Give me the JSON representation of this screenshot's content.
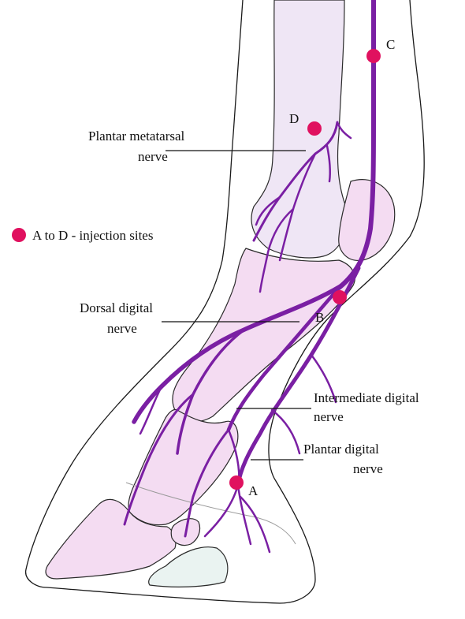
{
  "labels": {
    "plantar_metatarsal_1": "Plantar metatarsal",
    "plantar_metatarsal_2": "nerve",
    "legend": "A to D - injection sites",
    "dorsal_digital_1": "Dorsal digital",
    "dorsal_digital_2": "nerve",
    "intermediate_digital_1": "Intermediate digital",
    "intermediate_digital_2": "nerve",
    "plantar_digital_1": "Plantar digital",
    "plantar_digital_2": "nerve"
  },
  "sites": {
    "A": "A",
    "B": "B",
    "C": "C",
    "D": "D"
  },
  "colors": {
    "injection_site": "#e0115f",
    "nerve": "#7a1fa3",
    "bone_fill": "#f4dcf2",
    "sole_fill": "#eaf3f1"
  }
}
